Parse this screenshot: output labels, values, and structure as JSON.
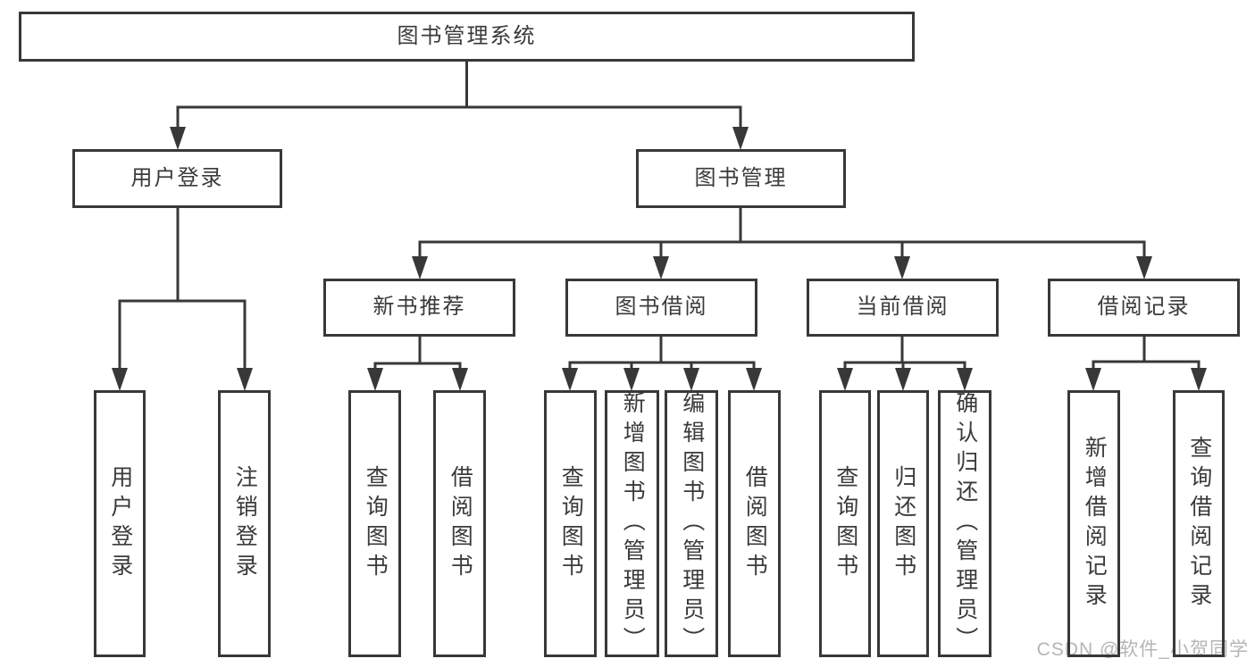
{
  "diagram": {
    "tree": {
      "root": "图书管理系统",
      "branches": [
        {
          "label": "用户登录",
          "leaves": [
            "用户登录",
            "注销登录"
          ]
        },
        {
          "label": "图书管理",
          "sections": [
            {
              "label": "新书推荐",
              "leaves": [
                "查询图书",
                "借阅图书"
              ]
            },
            {
              "label": "图书借阅",
              "leaves": [
                "查询图书",
                "新增图书（管理员）",
                "编辑图书（管理员）",
                "借阅图书"
              ]
            },
            {
              "label": "当前借阅",
              "leaves": [
                "查询图书",
                "归还图书",
                "确认归还（管理员）"
              ]
            },
            {
              "label": "借阅记录",
              "leaves": [
                "新增借阅记录",
                "查询借阅记录"
              ]
            }
          ]
        }
      ]
    },
    "watermark": "CSDN @软件_小贺同学",
    "colors": {
      "line": "#383838",
      "text": "#3a3a3a",
      "watermark": "#b5b5b5",
      "background": "#ffffff"
    }
  }
}
